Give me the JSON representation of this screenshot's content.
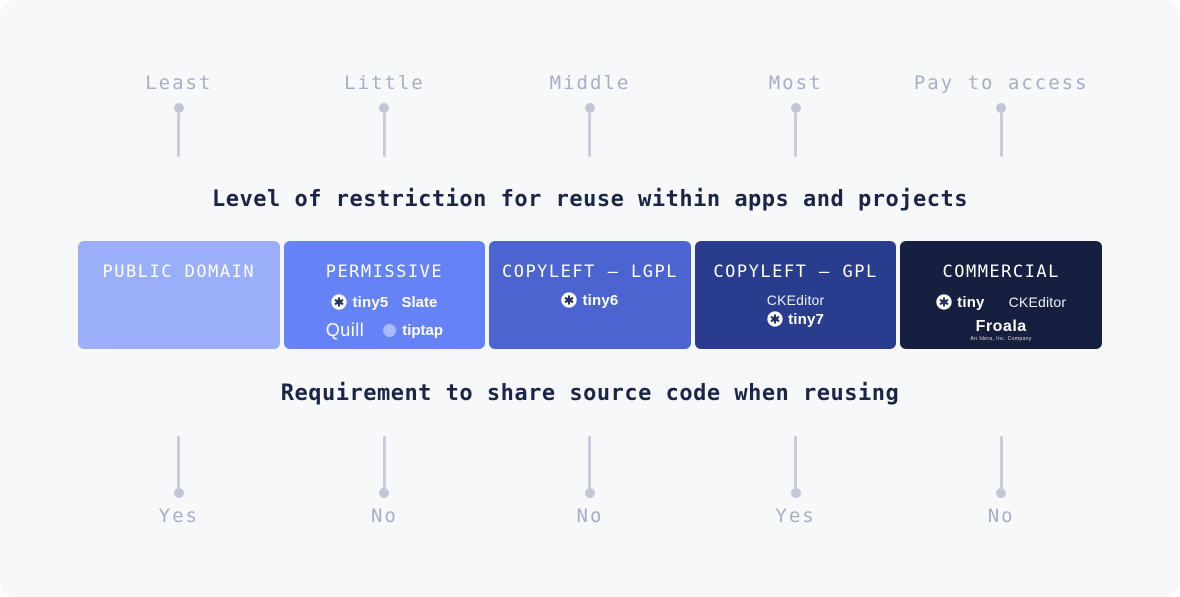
{
  "canvas": {
    "background": "#F7F8FA",
    "heading_color": "#1B2547",
    "marker_color": "#C5C8D8",
    "marker_label_color": "#A8AEC6"
  },
  "top_scale": {
    "heading": "Level of restriction for reuse within apps and projects",
    "markers": [
      {
        "label": "Least"
      },
      {
        "label": "Little"
      },
      {
        "label": "Middle"
      },
      {
        "label": "Most"
      },
      {
        "label": "Pay to access"
      }
    ]
  },
  "bottom_scale": {
    "heading": "Requirement to share source code when reusing",
    "markers": [
      {
        "label": "Yes"
      },
      {
        "label": "No"
      },
      {
        "label": "No"
      },
      {
        "label": "Yes"
      },
      {
        "label": "No"
      }
    ]
  },
  "cards": [
    {
      "title": "PUBLIC DOMAIN",
      "bg": "#9AAEFA"
    },
    {
      "title": "PERMISSIVE",
      "bg": "#6583F7",
      "logos": {
        "tiny": "tiny5",
        "slate": "Slate",
        "quill": "Quill",
        "tiptap": "tiptap"
      }
    },
    {
      "title": "COPYLEFT – LGPL",
      "bg": "#4B64CF",
      "logos": {
        "tiny": "tiny6"
      }
    },
    {
      "title": "COPYLEFT – GPL",
      "bg": "#293C8D",
      "logos": {
        "ckeditor": "CKEditor",
        "tiny": "tiny7"
      }
    },
    {
      "title": "COMMERCIAL",
      "bg": "#161F40",
      "logos": {
        "tiny": "tiny",
        "ckeditor": "CKEditor",
        "froala": "Froala",
        "froala_sub": "An Idera, Inc. Company"
      }
    }
  ]
}
